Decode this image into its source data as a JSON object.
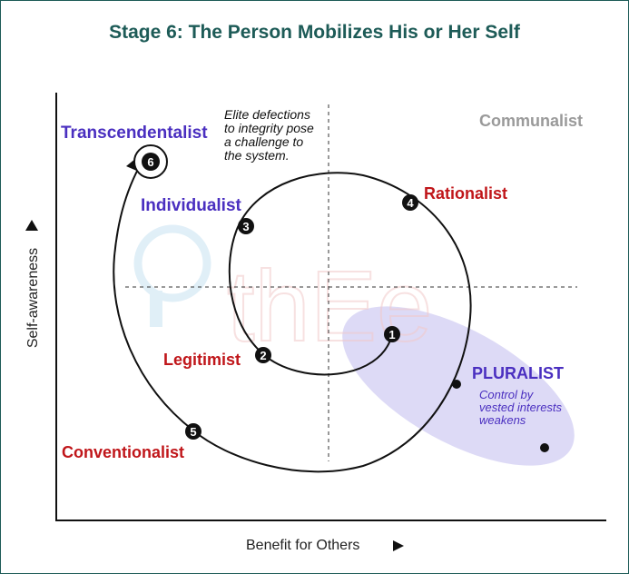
{
  "title": "Stage 6: The Person Mobilizes His or Her Self",
  "axes": {
    "x_label": "Benefit for Others",
    "y_label": "Self-awareness"
  },
  "watermark": "thEe",
  "stages": [
    {
      "number": "1"
    },
    {
      "number": "2",
      "label": "Legitimist"
    },
    {
      "number": "3",
      "label": "Individualist"
    },
    {
      "number": "4",
      "label": "Rationalist"
    },
    {
      "number": "5",
      "label": "Conventionalist"
    },
    {
      "number": "6",
      "label": "Transcendentalist"
    }
  ],
  "other_labels": {
    "communalist": "Communalist",
    "pluralist": "PLURALIST"
  },
  "notes": {
    "elite": "Elite defections\nto integrity pose\na challenge to\nthe system.",
    "pluralist": "Control by\nvested interests\nweakens"
  },
  "colors": {
    "title": "#1d5b57",
    "purple": "#4a2fc0",
    "red": "#c0161a",
    "gray": "#9a9a9a",
    "ellipse": "#d9d6f5",
    "watermark": "#c8e2f2"
  },
  "icons": {
    "x_arrow": "triangle-right-icon",
    "y_arrow": "triangle-up-icon"
  }
}
